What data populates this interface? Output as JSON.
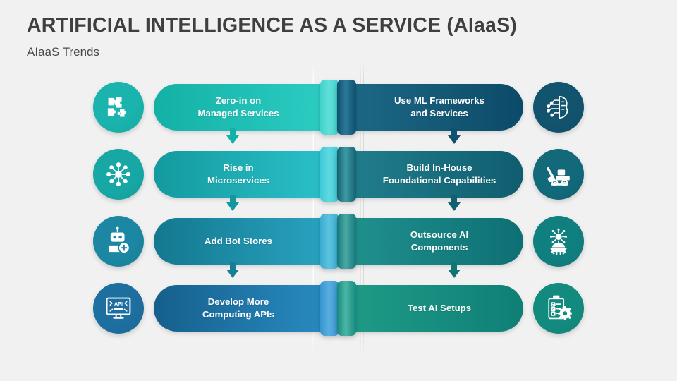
{
  "header": {
    "title": "ARTIFICIAL INTELLIGENCE AS A SERVICE (AIaaS)",
    "subtitle": "AIaaS Trends"
  },
  "colors": {
    "background": "#f1f1f1",
    "title_text": "#3f3f3f",
    "subtitle_text": "#4a4a4a",
    "pole": "#e2e2e2",
    "bar_text": "#ffffff"
  },
  "left_column": {
    "items": [
      {
        "label": "Zero-in on\nManaged Services",
        "icon": "puzzle-pieces-icon",
        "circle_color": "#1bb3ad",
        "bar_from": "#13b0a5",
        "bar_to": "#2ecfc6",
        "cap_from": "#3fd3cb",
        "cap_to": "#63ded8",
        "arrow_color": "#13b2a8"
      },
      {
        "label": "Rise in\nMicroservices",
        "icon": "gear-network-icon",
        "circle_color": "#17a8a5",
        "bar_from": "#139a9e",
        "bar_to": "#2cc3cd",
        "cap_from": "#3ec9d6",
        "cap_to": "#5fd9e2",
        "arrow_color": "#14979d"
      },
      {
        "label": "Add Bot Stores",
        "icon": "bot-add-icon",
        "circle_color": "#1b87a2",
        "bar_from": "#13788f",
        "bar_to": "#2ba6c4",
        "cap_from": "#3aacd0",
        "cap_to": "#5cc2e0",
        "arrow_color": "#157f98"
      },
      {
        "label": "Develop More\nComputing APIs",
        "icon": "api-monitor-icon",
        "circle_color": "#1d6fa0",
        "bar_from": "#155f8c",
        "bar_to": "#2a8ec4",
        "cap_from": "#3795d0",
        "cap_to": "#59aee0",
        "arrow_color": "#176893"
      }
    ]
  },
  "right_column": {
    "items": [
      {
        "label": "Use ML Frameworks\nand Services",
        "icon": "ai-brain-circuit-icon",
        "circle_color": "#12536e",
        "bar_from": "#0c4a68",
        "bar_to": "#1d6b87",
        "cap_from": "#0e4f6e",
        "cap_to": "#2b7a97",
        "arrow_color": "#0f5270"
      },
      {
        "label": "Build In-House\nFoundational Capabilities",
        "icon": "excavator-icon",
        "circle_color": "#11697a",
        "bar_from": "#0f5d6f",
        "bar_to": "#22808e",
        "cap_from": "#136272",
        "cap_to": "#3d9aa4",
        "arrow_color": "#116072"
      },
      {
        "label": "Outsource AI\nComponents",
        "icon": "outsource-ai-icon",
        "circle_color": "#107f80",
        "bar_from": "#0e6f74",
        "bar_to": "#21938f",
        "cap_from": "#15797c",
        "cap_to": "#4aa9a4",
        "arrow_color": "#107577"
      },
      {
        "label": "Test AI Setups",
        "icon": "clipboard-gear-icon",
        "circle_color": "#128b7e",
        "bar_from": "#0f7f76",
        "bar_to": "#1f9d88",
        "cap_from": "#158a80",
        "cap_to": "#4cb6a6",
        "arrow_color": "#0f8378"
      }
    ]
  }
}
